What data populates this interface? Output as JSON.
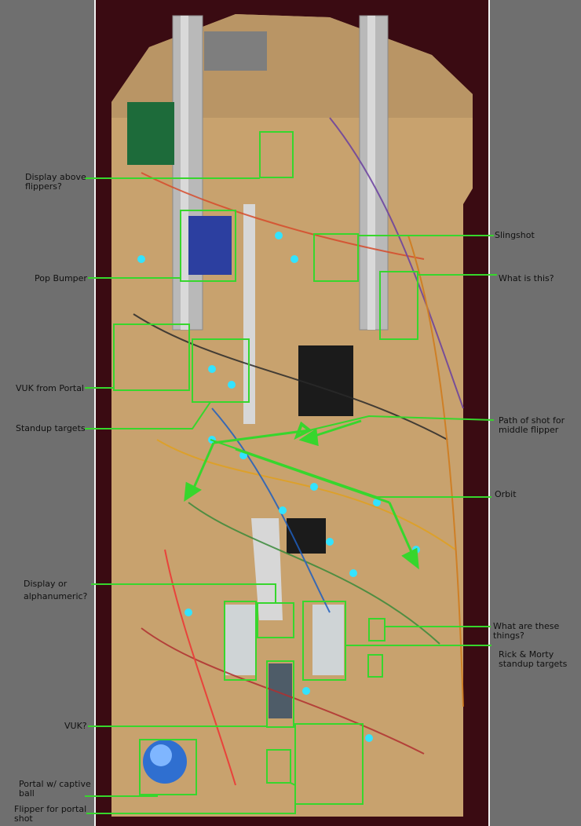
{
  "colors": {
    "callout_green": "#37d62d",
    "background": "#6f6f6f",
    "cabinet_frame": "#3a0b12",
    "playfield_wood": "#c8a26e"
  },
  "labels": {
    "display_above_flippers": "Display above\nflippers?",
    "pop_bumper": "Pop Bumper",
    "vuk_from_portal": "VUK from Portal",
    "standup_targets": "Standup targets",
    "display_or_alphanumeric": "Display or\nalphanumeric?",
    "vuk": "VUK?",
    "portal_captive_ball": "Portal w/ captive\nball",
    "flipper_portal_shot": "Flipper for portal\nshot",
    "slingshot": "Slingshot",
    "what_is_this": "What is this?",
    "path_of_shot": "Path of shot for\nmiddle flipper",
    "orbit": "Orbit",
    "what_are_these_things": "What are these\nthings?",
    "rick_morty_targets": "Rick & Morty\nstandup targets"
  }
}
